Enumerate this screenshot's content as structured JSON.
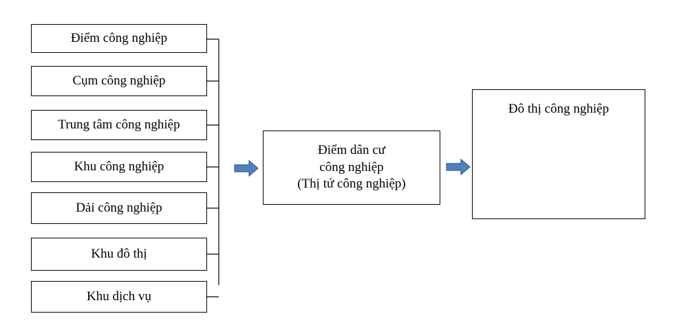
{
  "left_boxes": [
    "Điểm công nghiệp",
    "Cụm công nghiệp",
    "Trung tâm công nghiệp",
    "Khu công nghiệp",
    "Dải công nghiệp",
    "Khu đô thị",
    "Khu dịch vụ"
  ],
  "middle_box": {
    "line1": "Điểm dân cư",
    "line2": "công nghiệp",
    "line3": "(Thị tứ công nghiệp)"
  },
  "right_box": {
    "label": "Đô thị công nghiệp"
  },
  "arrow_color": "#4f81bd",
  "arrow_border": "#385d8a"
}
